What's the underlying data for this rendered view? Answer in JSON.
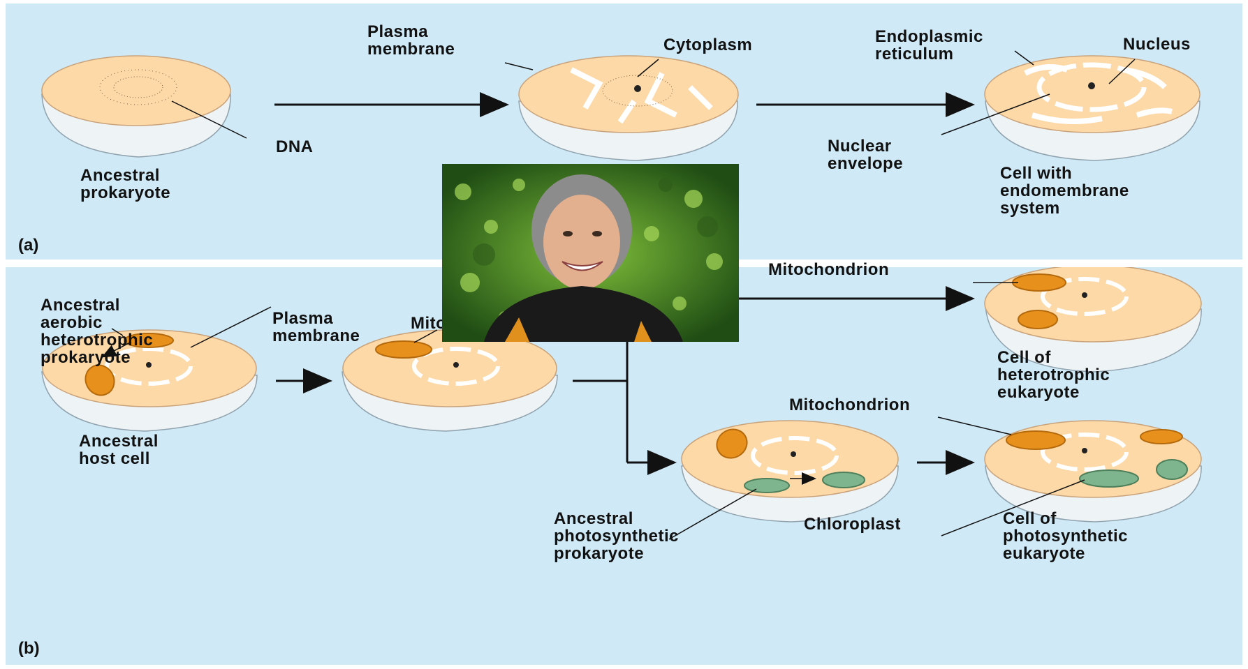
{
  "panel_a": {
    "tag": "(a)",
    "labels": {
      "dna": "DNA",
      "ancestral_prokaryote": "Ancestral\nprokaryote",
      "plasma_membrane": "Plasma\nmembrane",
      "cytoplasm": "Cytoplasm",
      "endoplasmic_reticulum": "Endoplasmic\nreticulum",
      "nucleus": "Nucleus",
      "nuclear_envelope": "Nuclear\nenvelope",
      "cell_with_endomembrane": "Cell with\nendomembrane\nsystem"
    }
  },
  "panel_b": {
    "tag": "(b)",
    "labels": {
      "ancestral_aerobic": "Ancestral\naerobic\nheterotrophic\nprokaryote",
      "plasma_membrane": "Plasma\nmembrane",
      "ancestral_host_cell": "Ancestral\nhost cell",
      "mitochondrion_1": "Mitochondrion",
      "mitochondrion_2": "Mitochondrion",
      "cell_heterotrophic": "Cell of\nheterotrophic\neukaryote",
      "mitochondrion_3": "Mitochondrion",
      "ancestral_photosynthetic": "Ancestral\nphotosynthetic\nprokaryote",
      "chloroplast": "Chloroplast",
      "cell_photosynthetic": "Cell of\nphotosynthetic\neukaryote"
    }
  },
  "colors": {
    "background": "#cfe9f6",
    "cytoplasm": "#fdd9a8",
    "cell_shell": "#eef3f6",
    "mitochondrion": "#e8901c",
    "chloroplast": "#7fb58e"
  },
  "icons": [
    "photo-portrait",
    "arrow-icon"
  ]
}
